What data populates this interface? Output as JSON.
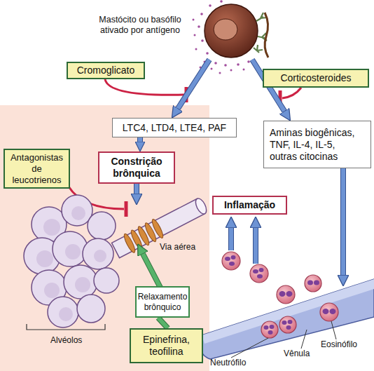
{
  "diagram": {
    "nodes": [
      {
        "text": [
          "Mastócito ou basófilo ativado por antígeno"
        ]
      },
      {
        "text": [
          "Cromoglicato"
        ]
      },
      {
        "text": [
          "Corticosteroides"
        ]
      },
      {
        "text": [
          "LTC4, LTD4, LTE4, PAF"
        ]
      },
      {
        "text": [
          "Aminas biogênicas, TNF, IL-4, IL-5, outras citocinas"
        ]
      },
      {
        "text": [
          "Antagonistas de leucotrienos"
        ]
      },
      {
        "text": [
          "Constrição brônquica"
        ]
      },
      {
        "text": [
          "Inflamação"
        ]
      },
      {
        "text": [
          "Relaxamento brônquico"
        ]
      },
      {
        "text": [
          "Epinefrina, teofilina"
        ]
      }
    ],
    "edges": [
      {
        "from": 0,
        "to": 3,
        "arrow": "to"
      },
      {
        "from": 0,
        "to": 4,
        "arrow": "to"
      },
      {
        "from": 3,
        "to": 6,
        "arrow": "to"
      },
      {
        "from": 9,
        "to": 8,
        "arrow": "none"
      }
    ],
    "labels": [
      "Via aérea",
      "Alvéolos",
      "Neutrófilo",
      "Vênula",
      "Eosinófilo"
    ]
  }
}
